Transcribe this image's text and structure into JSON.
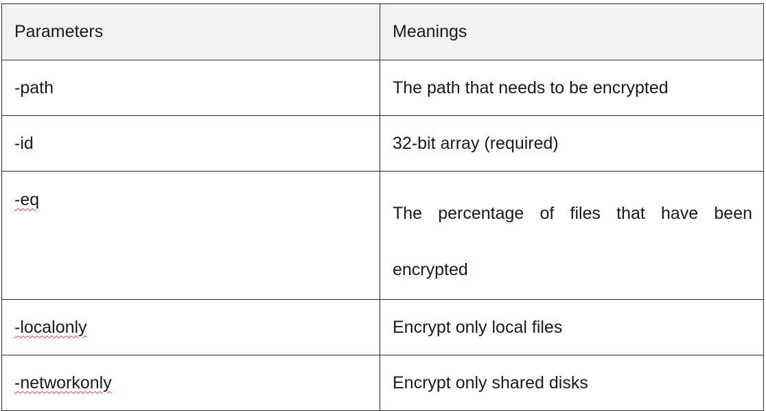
{
  "table": {
    "headers": {
      "parameter": "Parameters",
      "meaning": "Meanings"
    },
    "rows": [
      {
        "parameter": "-path",
        "meaning": "The path that needs to be encrypted"
      },
      {
        "parameter": "-id",
        "meaning": "32-bit array (required)"
      },
      {
        "parameter": "-eq",
        "meaning": "The percentage of files that have been encrypted"
      },
      {
        "parameter": "-localonly",
        "meaning": "Encrypt only local files"
      },
      {
        "parameter": "-networkonly",
        "meaning": "Encrypt only shared disks"
      }
    ]
  },
  "colors": {
    "header_background": "#f2f2f2",
    "border": "#2a2a2a",
    "spellcheck_underline": "#d04040"
  }
}
